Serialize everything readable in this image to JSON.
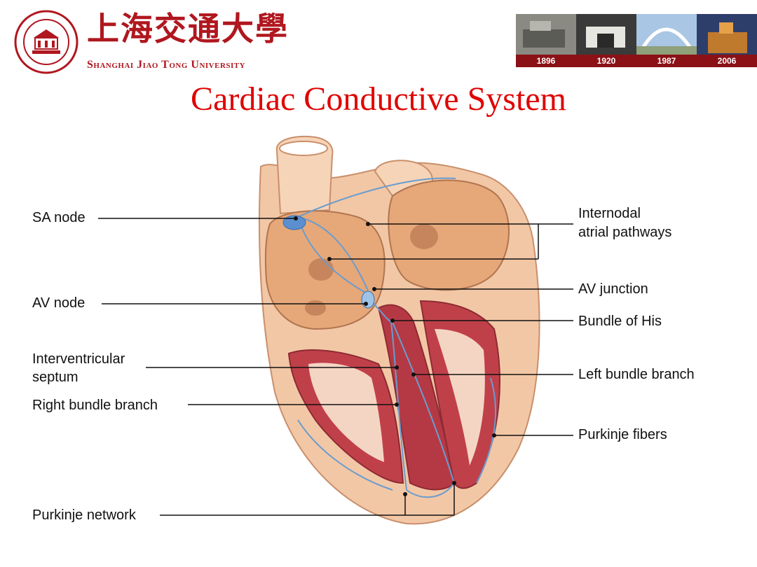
{
  "header": {
    "university_cn": "上海交通大學",
    "university_en": "Shanghai Jiao Tong University",
    "banner_years": [
      "1896",
      "1920",
      "1987",
      "2006"
    ]
  },
  "title": "Cardiac Conductive System",
  "labels_left": {
    "sa_node": "SA node",
    "av_node": "AV node",
    "interventricular_1": "Interventricular",
    "interventricular_2": "septum",
    "right_bundle": "Right bundle branch",
    "purkinje_network": "Purkinje network"
  },
  "labels_right": {
    "internodal_1": "Internodal",
    "internodal_2": "atrial pathways",
    "av_junction": "AV junction",
    "bundle_his": "Bundle of His",
    "left_bundle": "Left bundle branch",
    "purkinje_fibers": "Purkinje fibers"
  },
  "colors": {
    "title": "#e00000",
    "brand_red": "#b0171f",
    "heart_outer": "#f2c7a5",
    "myocardium": "#c0404a",
    "conduction": "#6a9ccf"
  }
}
